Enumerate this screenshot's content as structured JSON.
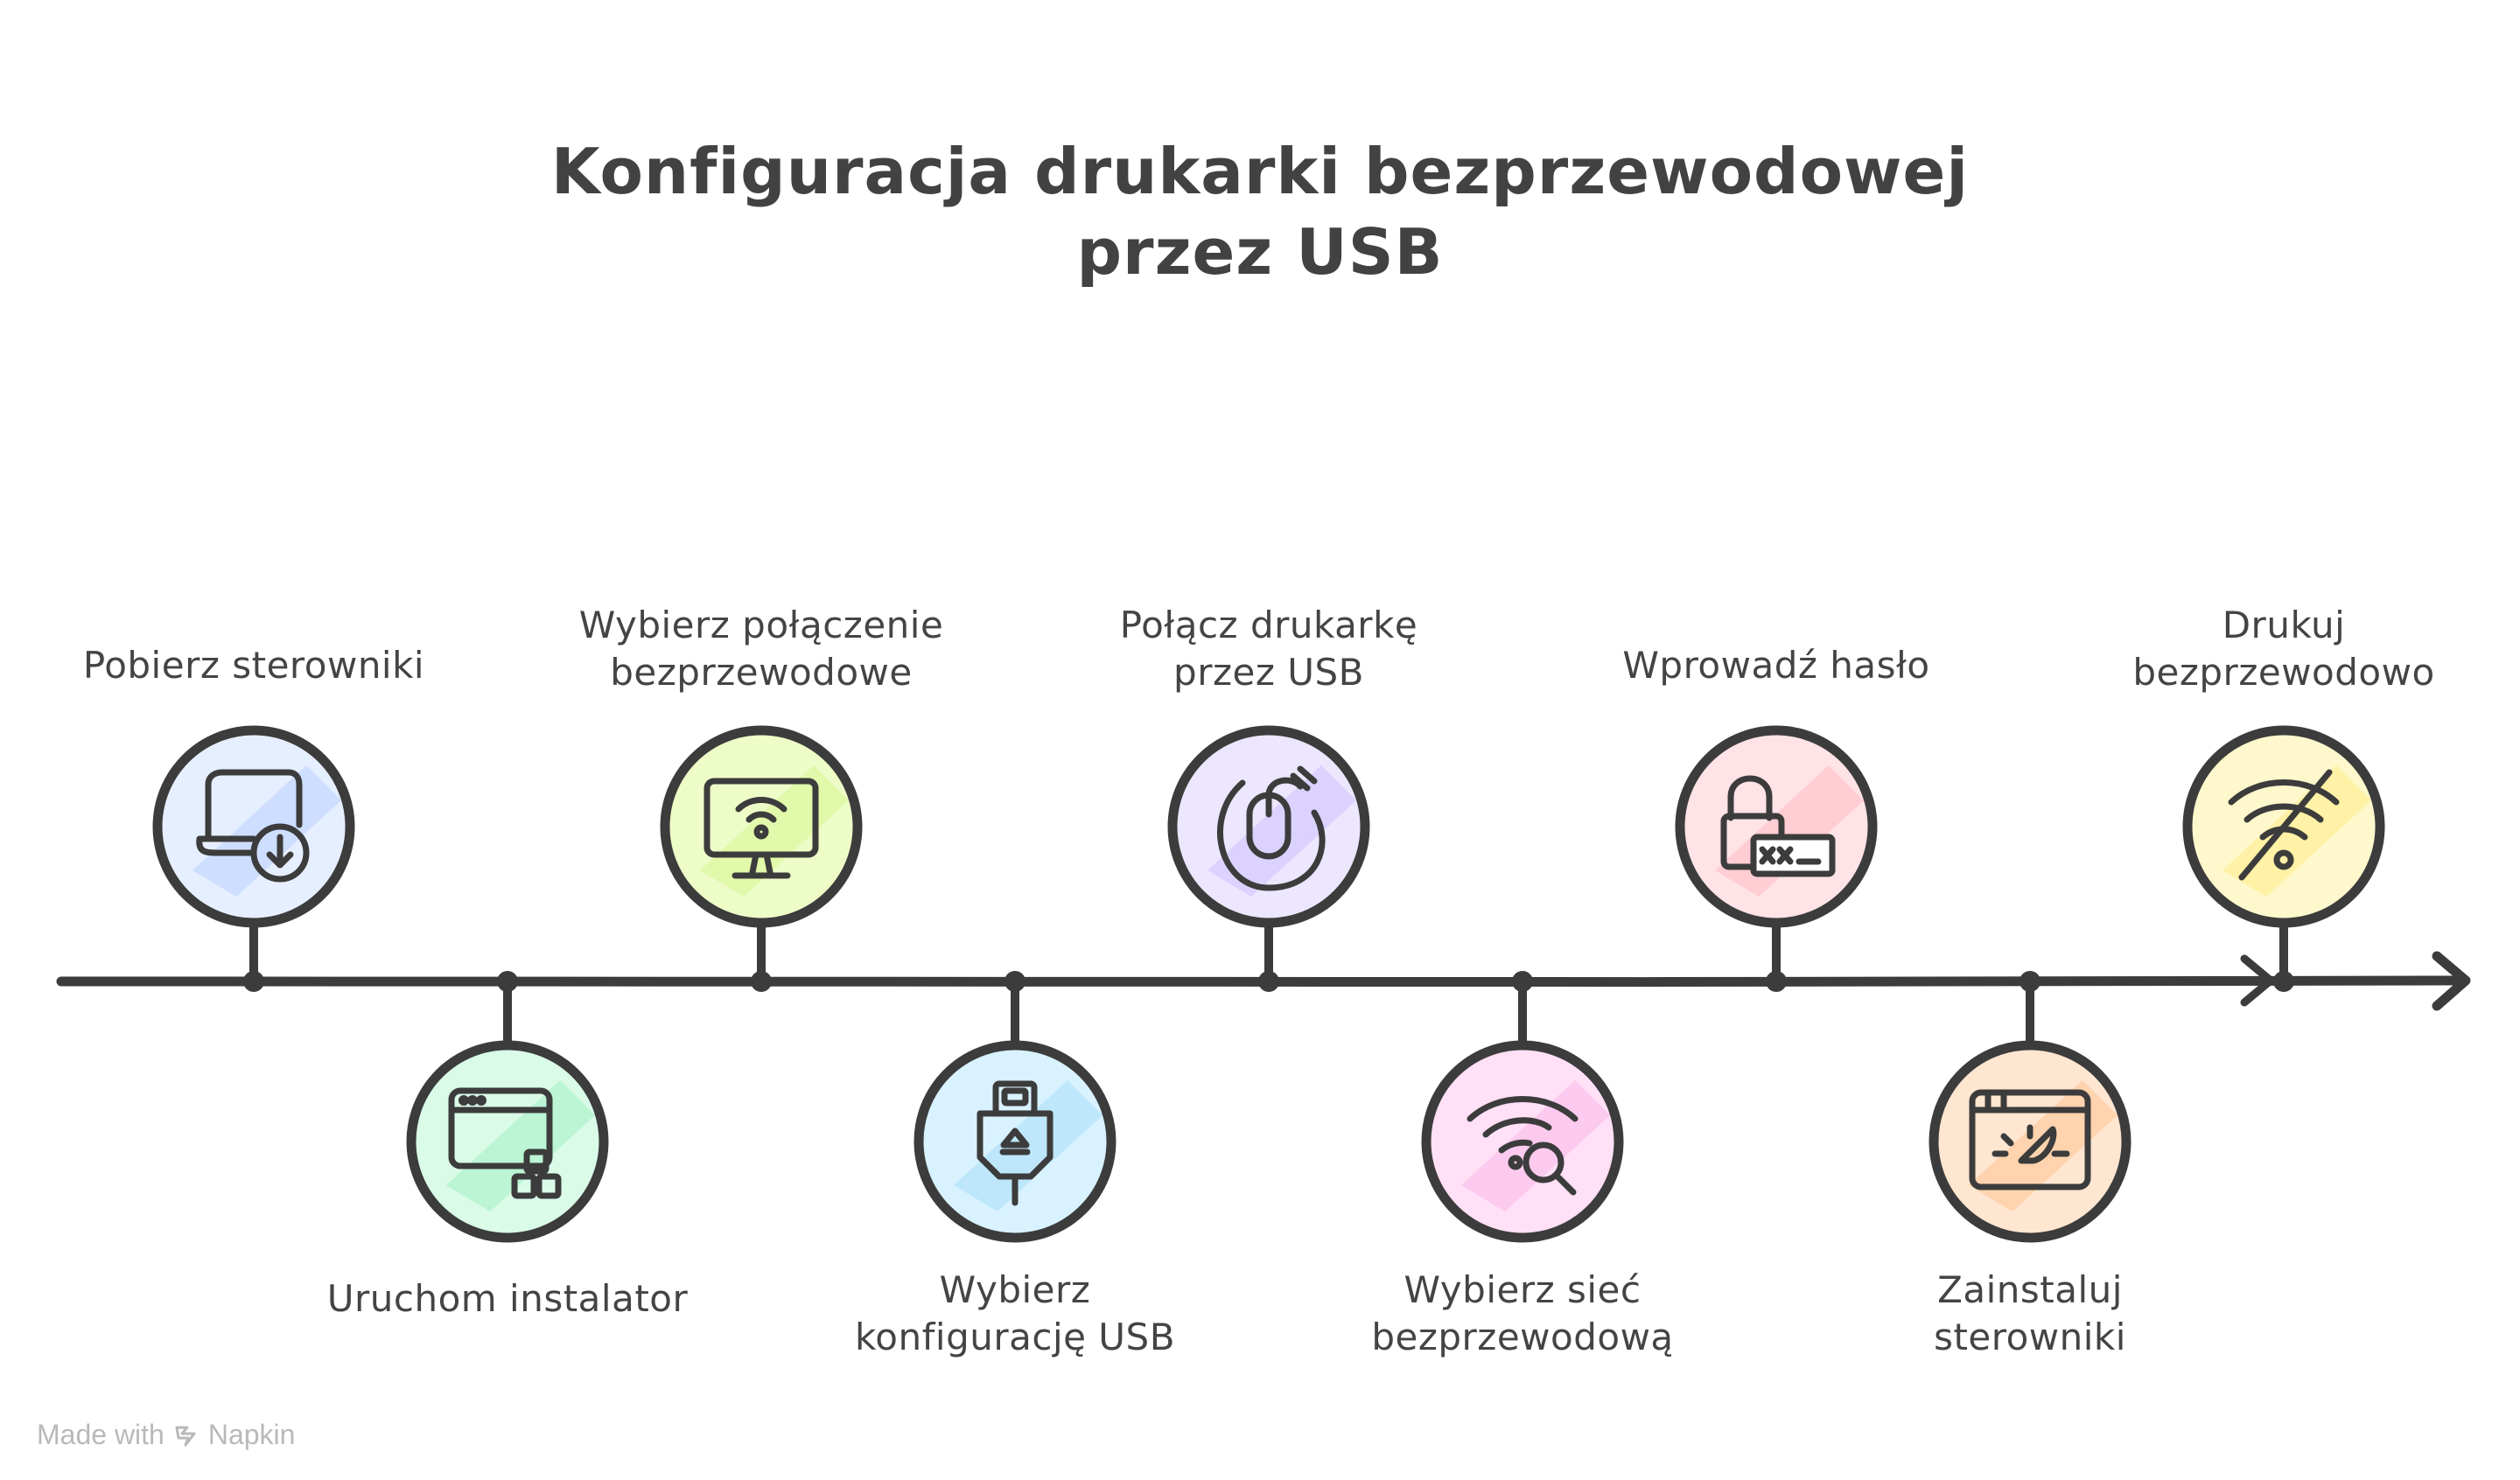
{
  "title": {
    "line1": "Konfiguracja drukarki bezprzewodowej",
    "line2": "przez USB"
  },
  "steps": [
    {
      "line1": "Pobierz sterowniki",
      "line2": "",
      "icon": "laptop-download-icon",
      "fill": "#e6efff",
      "accent": "#c9dbff",
      "position": "top"
    },
    {
      "line1": "Uruchom instalator",
      "line2": "",
      "icon": "installer-window-icon",
      "fill": "#d9fbe8",
      "accent": "#b5f3cf",
      "position": "bottom"
    },
    {
      "line1": "Wybierz połączenie",
      "line2": "bezprzewodowe",
      "icon": "wireless-monitor-icon",
      "fill": "#eefcc8",
      "accent": "#def8a4",
      "position": "top"
    },
    {
      "line1": "Wybierz",
      "line2": "konfigurację USB",
      "icon": "usb-plug-icon",
      "fill": "#d9f2ff",
      "accent": "#b8e5fb",
      "position": "bottom"
    },
    {
      "line1": "Połącz drukarkę",
      "line2": "przez USB",
      "icon": "mouse-cable-icon",
      "fill": "#ece6ff",
      "accent": "#d9ceff",
      "position": "top"
    },
    {
      "line1": "Wybierz sieć",
      "line2": "bezprzewodową",
      "icon": "wifi-search-icon",
      "fill": "#ffe0f6",
      "accent": "#fcc5ec",
      "position": "bottom"
    },
    {
      "line1": "Wprowadź hasło",
      "line2": "",
      "icon": "lock-password-icon",
      "fill": "#ffe3e6",
      "accent": "#ffc9cf",
      "position": "top"
    },
    {
      "line1": "Zainstaluj",
      "line2": "sterowniki",
      "icon": "install-progress-window-icon",
      "fill": "#ffe6d1",
      "accent": "#ffcfa8",
      "position": "bottom"
    },
    {
      "line1": "Drukuj",
      "line2": "bezprzewodowo",
      "icon": "wifi-off-icon",
      "fill": "#fff8cc",
      "accent": "#fff09e",
      "position": "top"
    }
  ],
  "watermark": {
    "made_with": "Made with",
    "brand": "Napkin"
  },
  "colors": {
    "stroke": "#3c3c3c",
    "watermark": "#b9b9b9"
  }
}
